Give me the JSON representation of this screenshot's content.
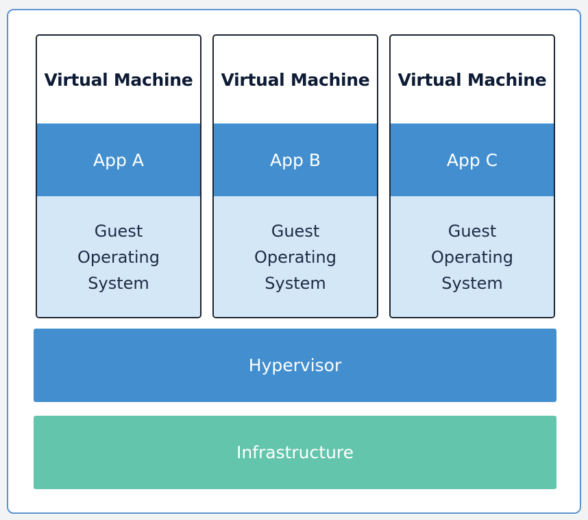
{
  "vms": [
    {
      "title": "Virtual Machine",
      "app": "App A",
      "os_lines": [
        "Guest",
        "Operating",
        "System"
      ]
    },
    {
      "title": "Virtual Machine",
      "app": "App B",
      "os_lines": [
        "Guest",
        "Operating",
        "System"
      ]
    },
    {
      "title": "Virtual Machine",
      "app": "App C",
      "os_lines": [
        "Guest",
        "Operating",
        "System"
      ]
    }
  ],
  "layers": {
    "hypervisor": "Hypervisor",
    "infrastructure": "Infrastructure"
  },
  "colors": {
    "app_blue": "#428ecf",
    "os_light_blue": "#d4e7f7",
    "infrastructure_green": "#63c5ab",
    "frame_border": "#5b93cd",
    "title_navy": "#0d1b35"
  }
}
